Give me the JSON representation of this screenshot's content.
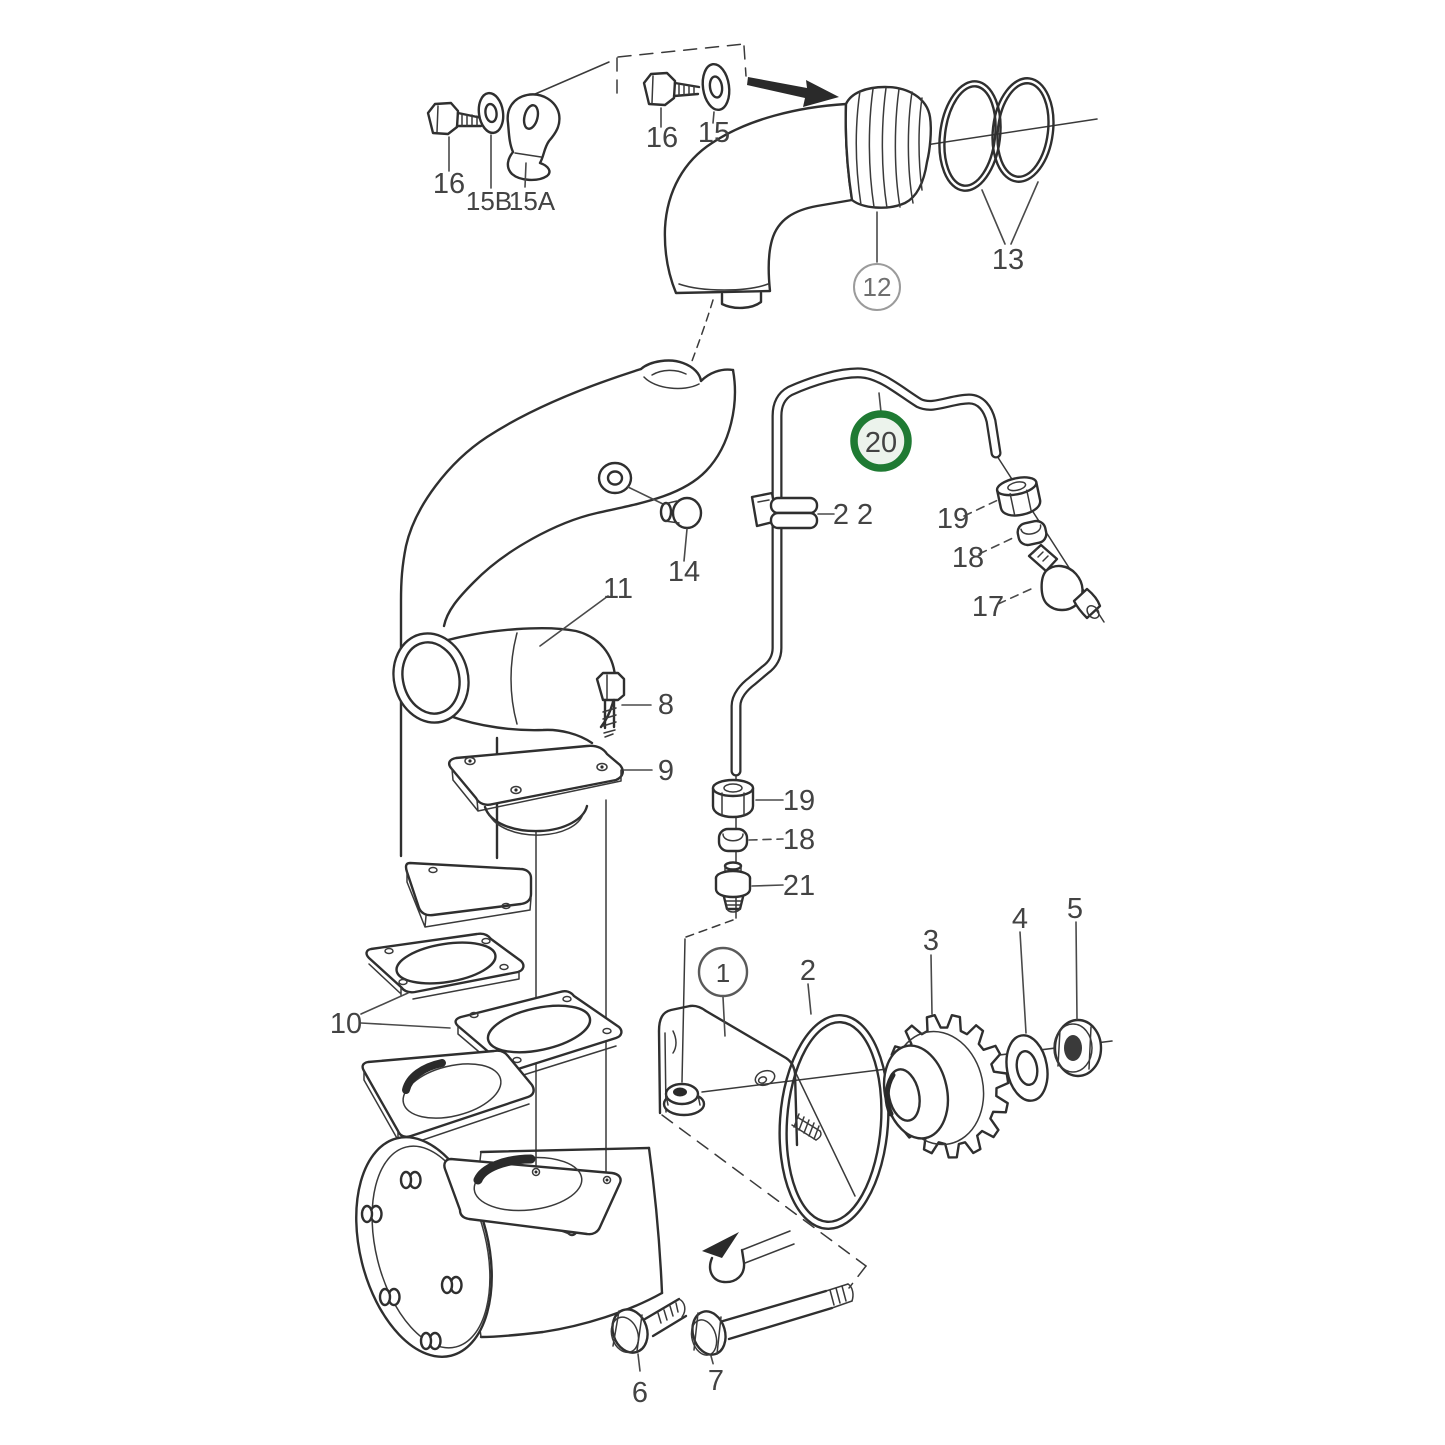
{
  "colors": {
    "background": "#ffffff",
    "line": "#2f2f2f",
    "label": "#434343",
    "highlight_ring": "#1f7a33",
    "highlight_fill": "#ecf3ec",
    "reference_circle": "#9b9b9b"
  },
  "callouts": {
    "bolt16_left": "16",
    "washer15B": "15B",
    "bracket15A": "15A",
    "bolt16_top": "16",
    "washer15": "15",
    "hose12": "12",
    "orings13": "13",
    "plug14": "14",
    "elbow11": "11",
    "bolt8": "8",
    "flange9": "9",
    "pipe20": "20",
    "clamp22": "2 2",
    "nut19_upper": "19",
    "sleeve18_upper": "18",
    "elbow17": "17",
    "nut19_lower": "19",
    "sleeve18_lower": "18",
    "nipple21": "21",
    "gaskets10": "10",
    "pump1": "1",
    "oring2": "2",
    "gear3": "3",
    "washer4": "4",
    "nut5": "5",
    "bolt6": "6",
    "bolt7": "7"
  }
}
